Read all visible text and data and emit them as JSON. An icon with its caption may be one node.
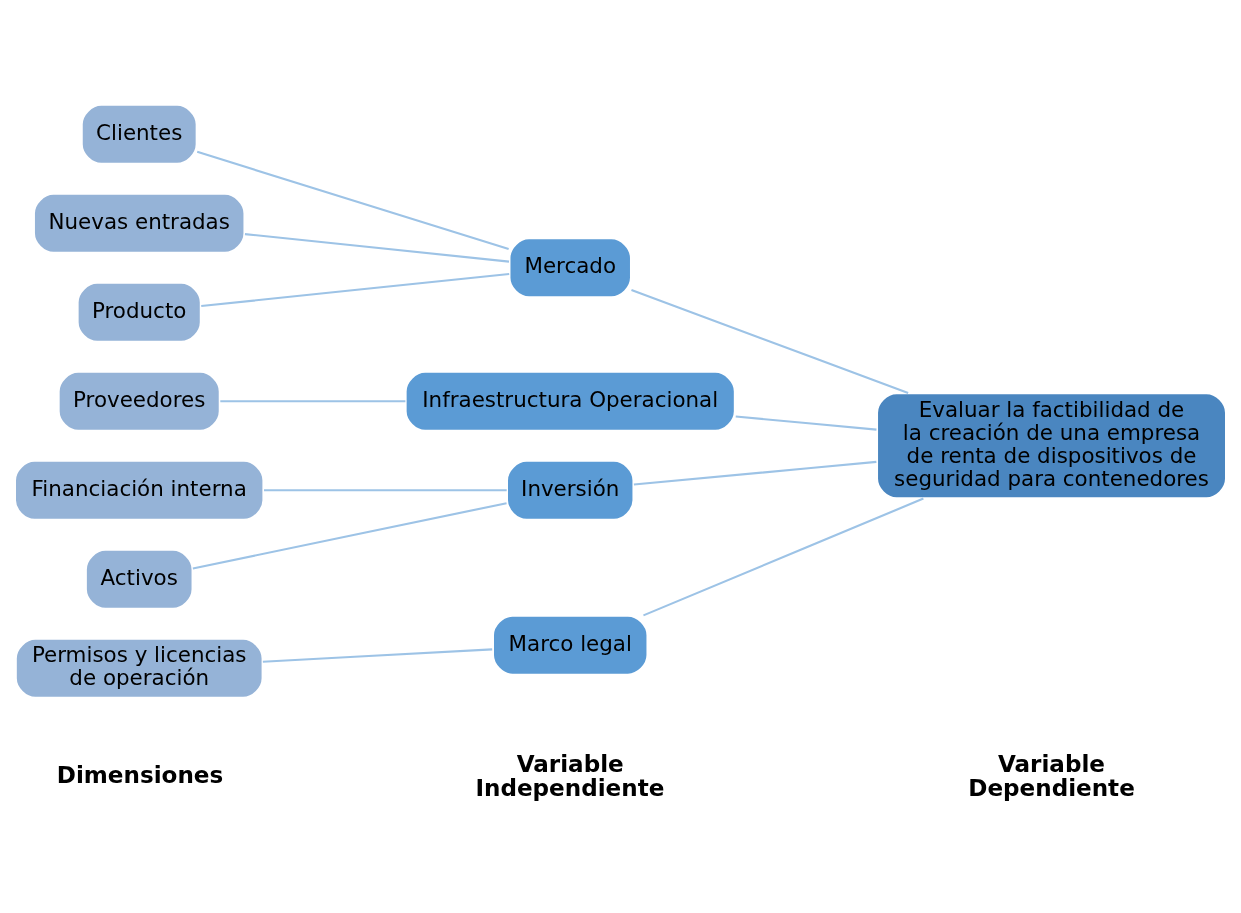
{
  "diagram": {
    "nodes": [
      {
        "text": [
          "Clientes"
        ]
      },
      {
        "text": [
          "Nuevas entradas"
        ]
      },
      {
        "text": [
          "Producto"
        ]
      },
      {
        "text": [
          "Mercado"
        ]
      },
      {
        "text": [
          "Proveedores"
        ]
      },
      {
        "text": [
          "Infraestructura Operacional"
        ]
      },
      {
        "text": [
          "Financiación interna"
        ]
      },
      {
        "text": [
          "Activos"
        ]
      },
      {
        "text": [
          "Inversión"
        ]
      },
      {
        "text": [
          "Permisos y licencias de operación"
        ]
      },
      {
        "text": [
          "Marco legal"
        ]
      },
      {
        "text": [
          "Evaluar la factibilidad de la creación de una empresa de renta de dispositivos de seguridad para contenedores"
        ]
      }
    ],
    "edges": [
      {
        "from": 0,
        "to": 3,
        "arrow": "none"
      },
      {
        "from": 1,
        "to": 3,
        "arrow": "none"
      },
      {
        "from": 2,
        "to": 3,
        "arrow": "none"
      },
      {
        "from": 4,
        "to": 5,
        "arrow": "none"
      },
      {
        "from": 6,
        "to": 8,
        "arrow": "none"
      },
      {
        "from": 7,
        "to": 8,
        "arrow": "none"
      },
      {
        "from": 9,
        "to": 10,
        "arrow": "none"
      },
      {
        "from": 3,
        "to": 11,
        "arrow": "none"
      },
      {
        "from": 5,
        "to": 11,
        "arrow": "none"
      },
      {
        "from": 8,
        "to": 11,
        "arrow": "none"
      },
      {
        "from": 10,
        "to": 11,
        "arrow": "none"
      }
    ],
    "labels": [
      "Dimensiones",
      "Variable Independiente",
      "Variable Dependiente"
    ]
  }
}
